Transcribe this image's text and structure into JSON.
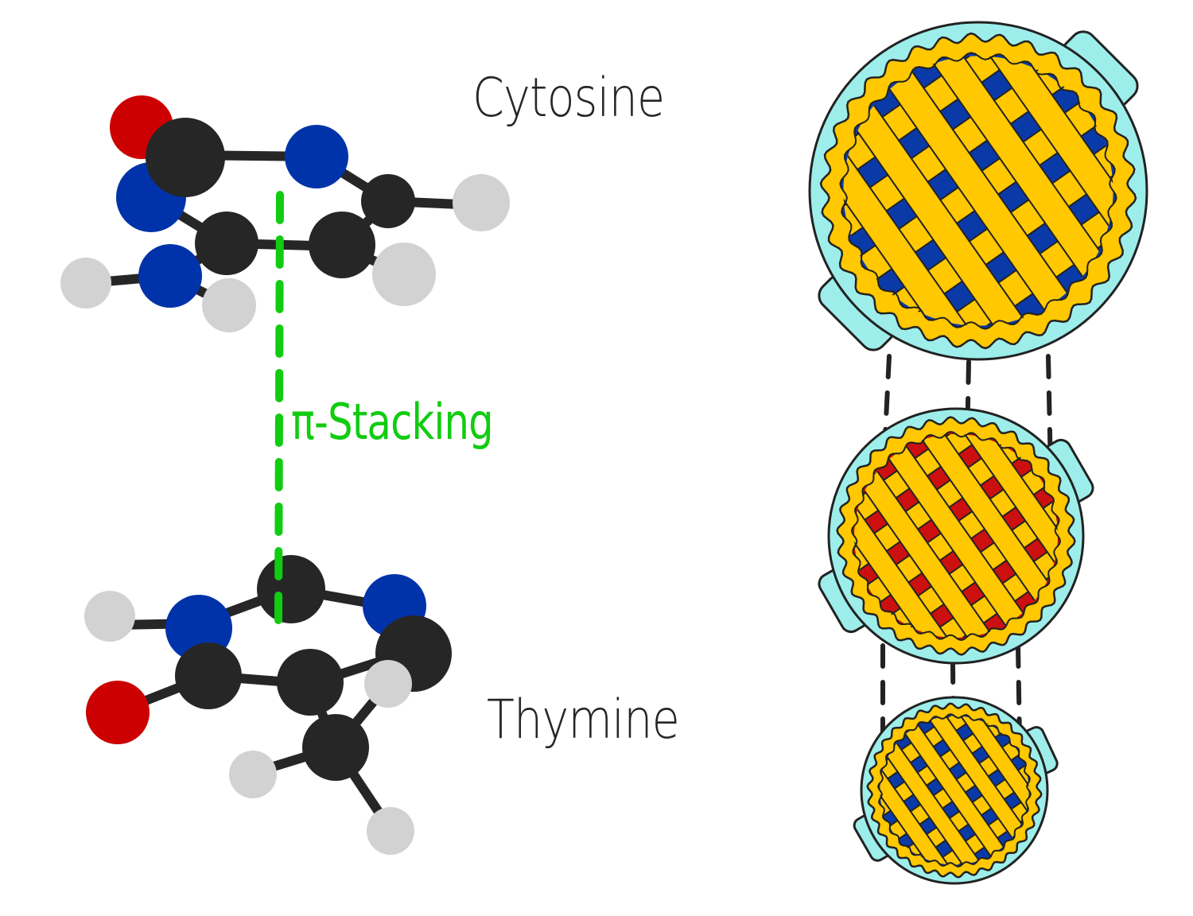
{
  "labels": {
    "cytosine": "Cytosine",
    "thymine": "Thymine",
    "stacking": "π-Stacking"
  },
  "colors": {
    "carbon": "#262626",
    "nitrogen": "#0033aa",
    "oxygen": "#cc0000",
    "hydrogen": "#d2d2d2",
    "bond": "#262626",
    "stacking_line": "#11cc11",
    "pie_dish": "#9deeea",
    "crust": "#ffc800",
    "filling_blue": "#0a3aa8",
    "filling_red": "#cc0f0f",
    "outline": "#222222"
  },
  "pies": [
    {
      "filling": "blue"
    },
    {
      "filling": "red"
    },
    {
      "filling": "blue"
    }
  ]
}
